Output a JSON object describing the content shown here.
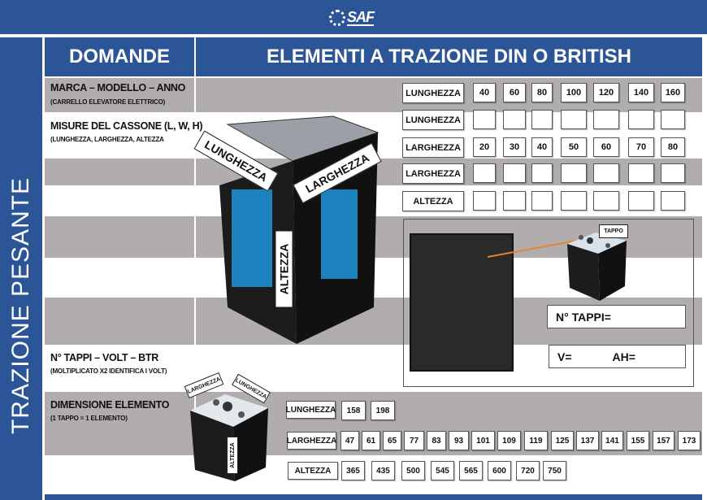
{
  "brand": {
    "logo_text": "SAF"
  },
  "side_title": "TRAZIONE PESANTE",
  "header": {
    "left": "DOMANDE",
    "right": "ELEMENTI A TRAZIONE DIN O BRITISH"
  },
  "questions": [
    {
      "title": "MARCA – MODELLO – ANNO",
      "subtitle": "(CARRELLO ELEVATORE ELETTRICO)"
    },
    {
      "title": "MISURE DEL CASSONE (L, W, H)",
      "subtitle": "(LUNGHEZZA, LARGHEZZA, ALTEZZA"
    },
    {
      "title": "N° TAPPI – VOLT – BTR",
      "subtitle": "(MOLTIPLICATO X2 IDENTIFICA I VOLT)"
    },
    {
      "title": "DIMENSIONE ELEMENTO",
      "subtitle": "(1 TAPPO = 1 ELEMENTO)"
    }
  ],
  "box_grid": {
    "rows": [
      {
        "label": "LUNGHEZZA",
        "values": [
          "40",
          "60",
          "80",
          "100",
          "120",
          "140",
          "160"
        ]
      },
      {
        "label": "LUNGHEZZA",
        "values": [
          "",
          "",
          "",
          "",
          "",
          "",
          ""
        ]
      },
      {
        "label": "LARGHEZZA",
        "values": [
          "20",
          "30",
          "40",
          "50",
          "60",
          "70",
          "80"
        ]
      },
      {
        "label": "LARGHEZZA",
        "values": [
          "",
          "",
          "",
          "",
          "",
          "",
          ""
        ]
      },
      {
        "label": "ALTEZZA",
        "values": [
          "",
          "",
          "",
          "",
          "",
          "",
          ""
        ]
      }
    ]
  },
  "battery_labels": {
    "length": "LUNGHEZZA",
    "width": "LARGHEZZA",
    "height": "ALTEZZA"
  },
  "cap_label": "TAPPO",
  "info": {
    "caps": "N° TAPPI=",
    "volt": "V=",
    "ah": "AH="
  },
  "element_dims": {
    "length": {
      "label": "LUNGHEZZA",
      "values": [
        "158",
        "198"
      ]
    },
    "width": {
      "label": "LARGHEZZA",
      "values": [
        "47",
        "61",
        "65",
        "77",
        "83",
        "93",
        "101",
        "109",
        "119",
        "125",
        "137",
        "141",
        "155",
        "157",
        "173"
      ]
    },
    "height": {
      "label": "ALTEZZA",
      "values": [
        "365",
        "435",
        "500",
        "545",
        "565",
        "600",
        "720",
        "750"
      ]
    }
  },
  "colors": {
    "primary": "#2b5597",
    "band": "#b1adac"
  }
}
